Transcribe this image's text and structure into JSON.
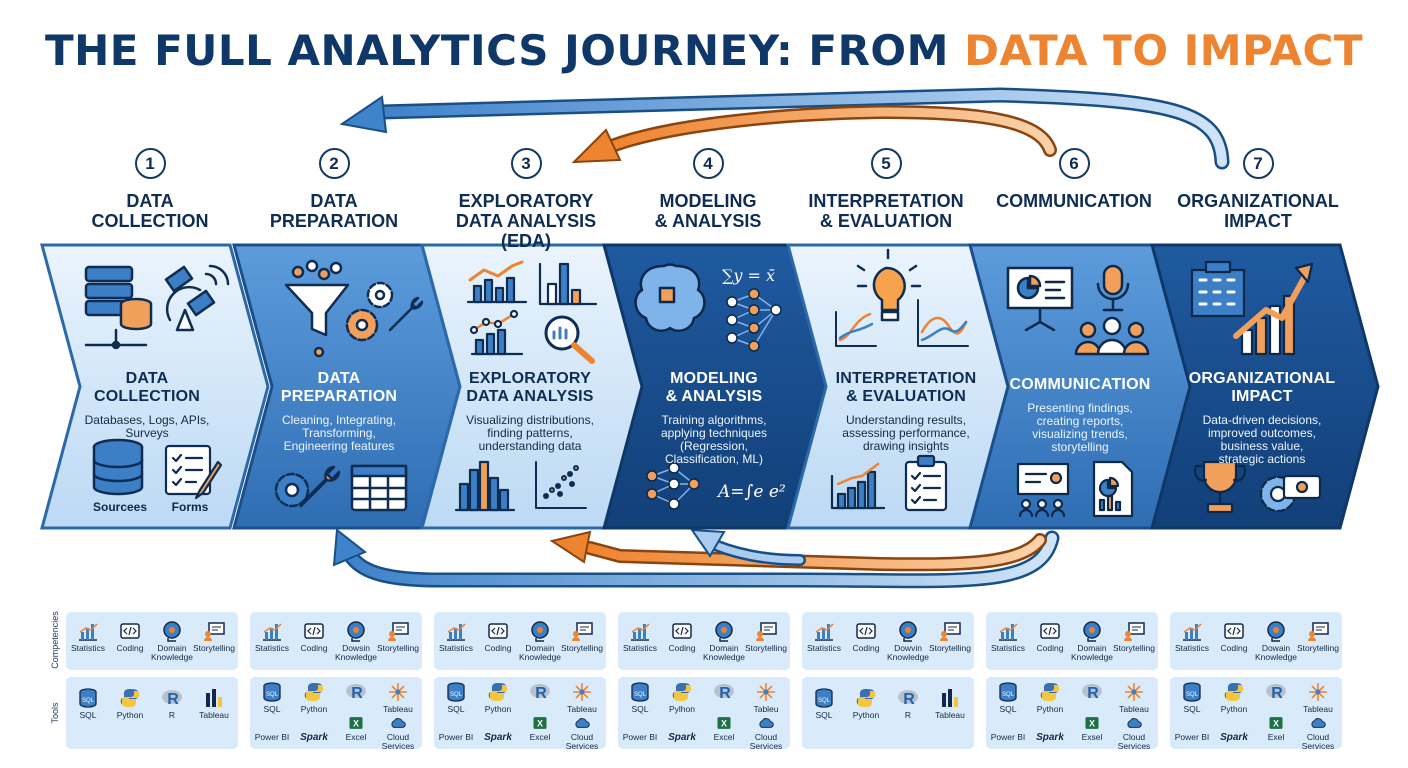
{
  "title": {
    "main": "THE FULL ANALYTICS JOURNEY: FROM ",
    "accent": "DATA TO IMPACT"
  },
  "colors": {
    "navy": "#0f3868",
    "accent": "#ec8432",
    "light_blue": "#d9ebfa",
    "mid_blue": "#3d7fc4",
    "dark_blue": "#184d8f"
  },
  "stages": [
    {
      "number": "1",
      "heading": "DATA\nCOLLECTION",
      "title": "DATA\nCOLLECTION",
      "description": "Databases, Logs, APIs,\nSurveys",
      "icon_labels": [
        "Sourcees",
        "Forms"
      ],
      "style": "light"
    },
    {
      "number": "2",
      "heading": "DATA\nPREPARATION",
      "title": "DATA\nPREPARATION",
      "description": "Cleaning, Integrating,\nTransforming,\nEngineering features",
      "icon_labels": [],
      "style": "dark"
    },
    {
      "number": "3",
      "heading": "EXPLORATORY\nDATA ANALYSIS (EDA)",
      "title": "EXPLORATORY\nDATA ANALYSIS",
      "description": "Visualizing distributions,\nfinding patterns,\nunderstanding data",
      "icon_labels": [],
      "style": "light"
    },
    {
      "number": "4",
      "heading": "MODELING\n& ANALYSIS",
      "title": "MODELING\n& ANALYSIS",
      "description": "Training algorithms,\napplying techniques\n(Regression,\nClassification, ML)",
      "icon_labels": [],
      "style": "dark"
    },
    {
      "number": "5",
      "heading": "INTERPRETATION\n& EVALUATION",
      "title": "INTERPRETATION\n& EVALUATION",
      "description": "Understanding results,\nassessing performance,\ndrawing insights",
      "icon_labels": [],
      "style": "light"
    },
    {
      "number": "6",
      "heading": "COMMUNICATION",
      "title": "COMMUNICATION",
      "description": "Presenting findings,\ncreating reports,\nvisualizing trends,\nstorytelling",
      "icon_labels": [],
      "style": "dark"
    },
    {
      "number": "7",
      "heading": "ORGANIZATIONAL\nIMPACT",
      "title": "ORGANIZATIONAL\nIMPACT",
      "description": "Data-driven decisions,\nimproved outcomes,\nbusiness value,\nstrategic actions",
      "icon_labels": [],
      "style": "dark"
    }
  ],
  "formulas": {
    "sum": "∑y = x̄",
    "integral": "A=∫e e²"
  },
  "row_labels": {
    "competencies": "Competencies",
    "tools": "Tools"
  },
  "competencies": [
    [
      "Statistics",
      "Coding",
      "Domain\nKnowledge",
      "Storytelling"
    ],
    [
      "Statistics",
      "Coding",
      "Dowsin\nKnowledge",
      "Storytelling"
    ],
    [
      "Statistics",
      "Coding",
      "Domain\nKnowledge",
      "Storytelling"
    ],
    [
      "Statistics",
      "Coding",
      "Domain\nKnowledge",
      "Storytelling"
    ],
    [
      "Statistics",
      "Coding",
      "Dowvin\nKnowledge",
      "Storytelling"
    ],
    [
      "Statistics",
      "Coding",
      "Domain\nKnowledge",
      "Storytelling"
    ],
    [
      "Statistics",
      "Coding",
      "Dowain\nKnowledge",
      "Storytelling"
    ]
  ],
  "tools": [
    {
      "row1": [
        "SQL",
        "Python",
        "R",
        "Tableau"
      ],
      "row2": []
    },
    {
      "row1": [
        "SQL",
        "Python",
        "",
        "Tableau"
      ],
      "row2": [
        "Power BI",
        "Spark",
        "Excel",
        "Cloud\nServices"
      ]
    },
    {
      "row1": [
        "SQL",
        "Python",
        "",
        "Tableau"
      ],
      "row2": [
        "Power BI",
        "Spark",
        "Excel",
        "Cloud\nServices"
      ]
    },
    {
      "row1": [
        "SQL",
        "Pylhon",
        "",
        "Tableu"
      ],
      "row2": [
        "Power BI",
        "Spark",
        "Excel",
        "Cloud\nServices"
      ]
    },
    {
      "row1": [
        "SQL",
        "Python",
        "R",
        "Tableau"
      ],
      "row2": []
    },
    {
      "row1": [
        "SQL",
        "Python",
        "",
        "Tableau"
      ],
      "row2": [
        "Power BI",
        "Spark",
        "Exsel",
        "Cloud\nServices"
      ]
    },
    {
      "row1": [
        "SQL",
        "Python",
        "",
        "Tableau"
      ],
      "row2": [
        "Power BI",
        "Spark",
        "Exel",
        "Cloud\nServices"
      ]
    }
  ]
}
